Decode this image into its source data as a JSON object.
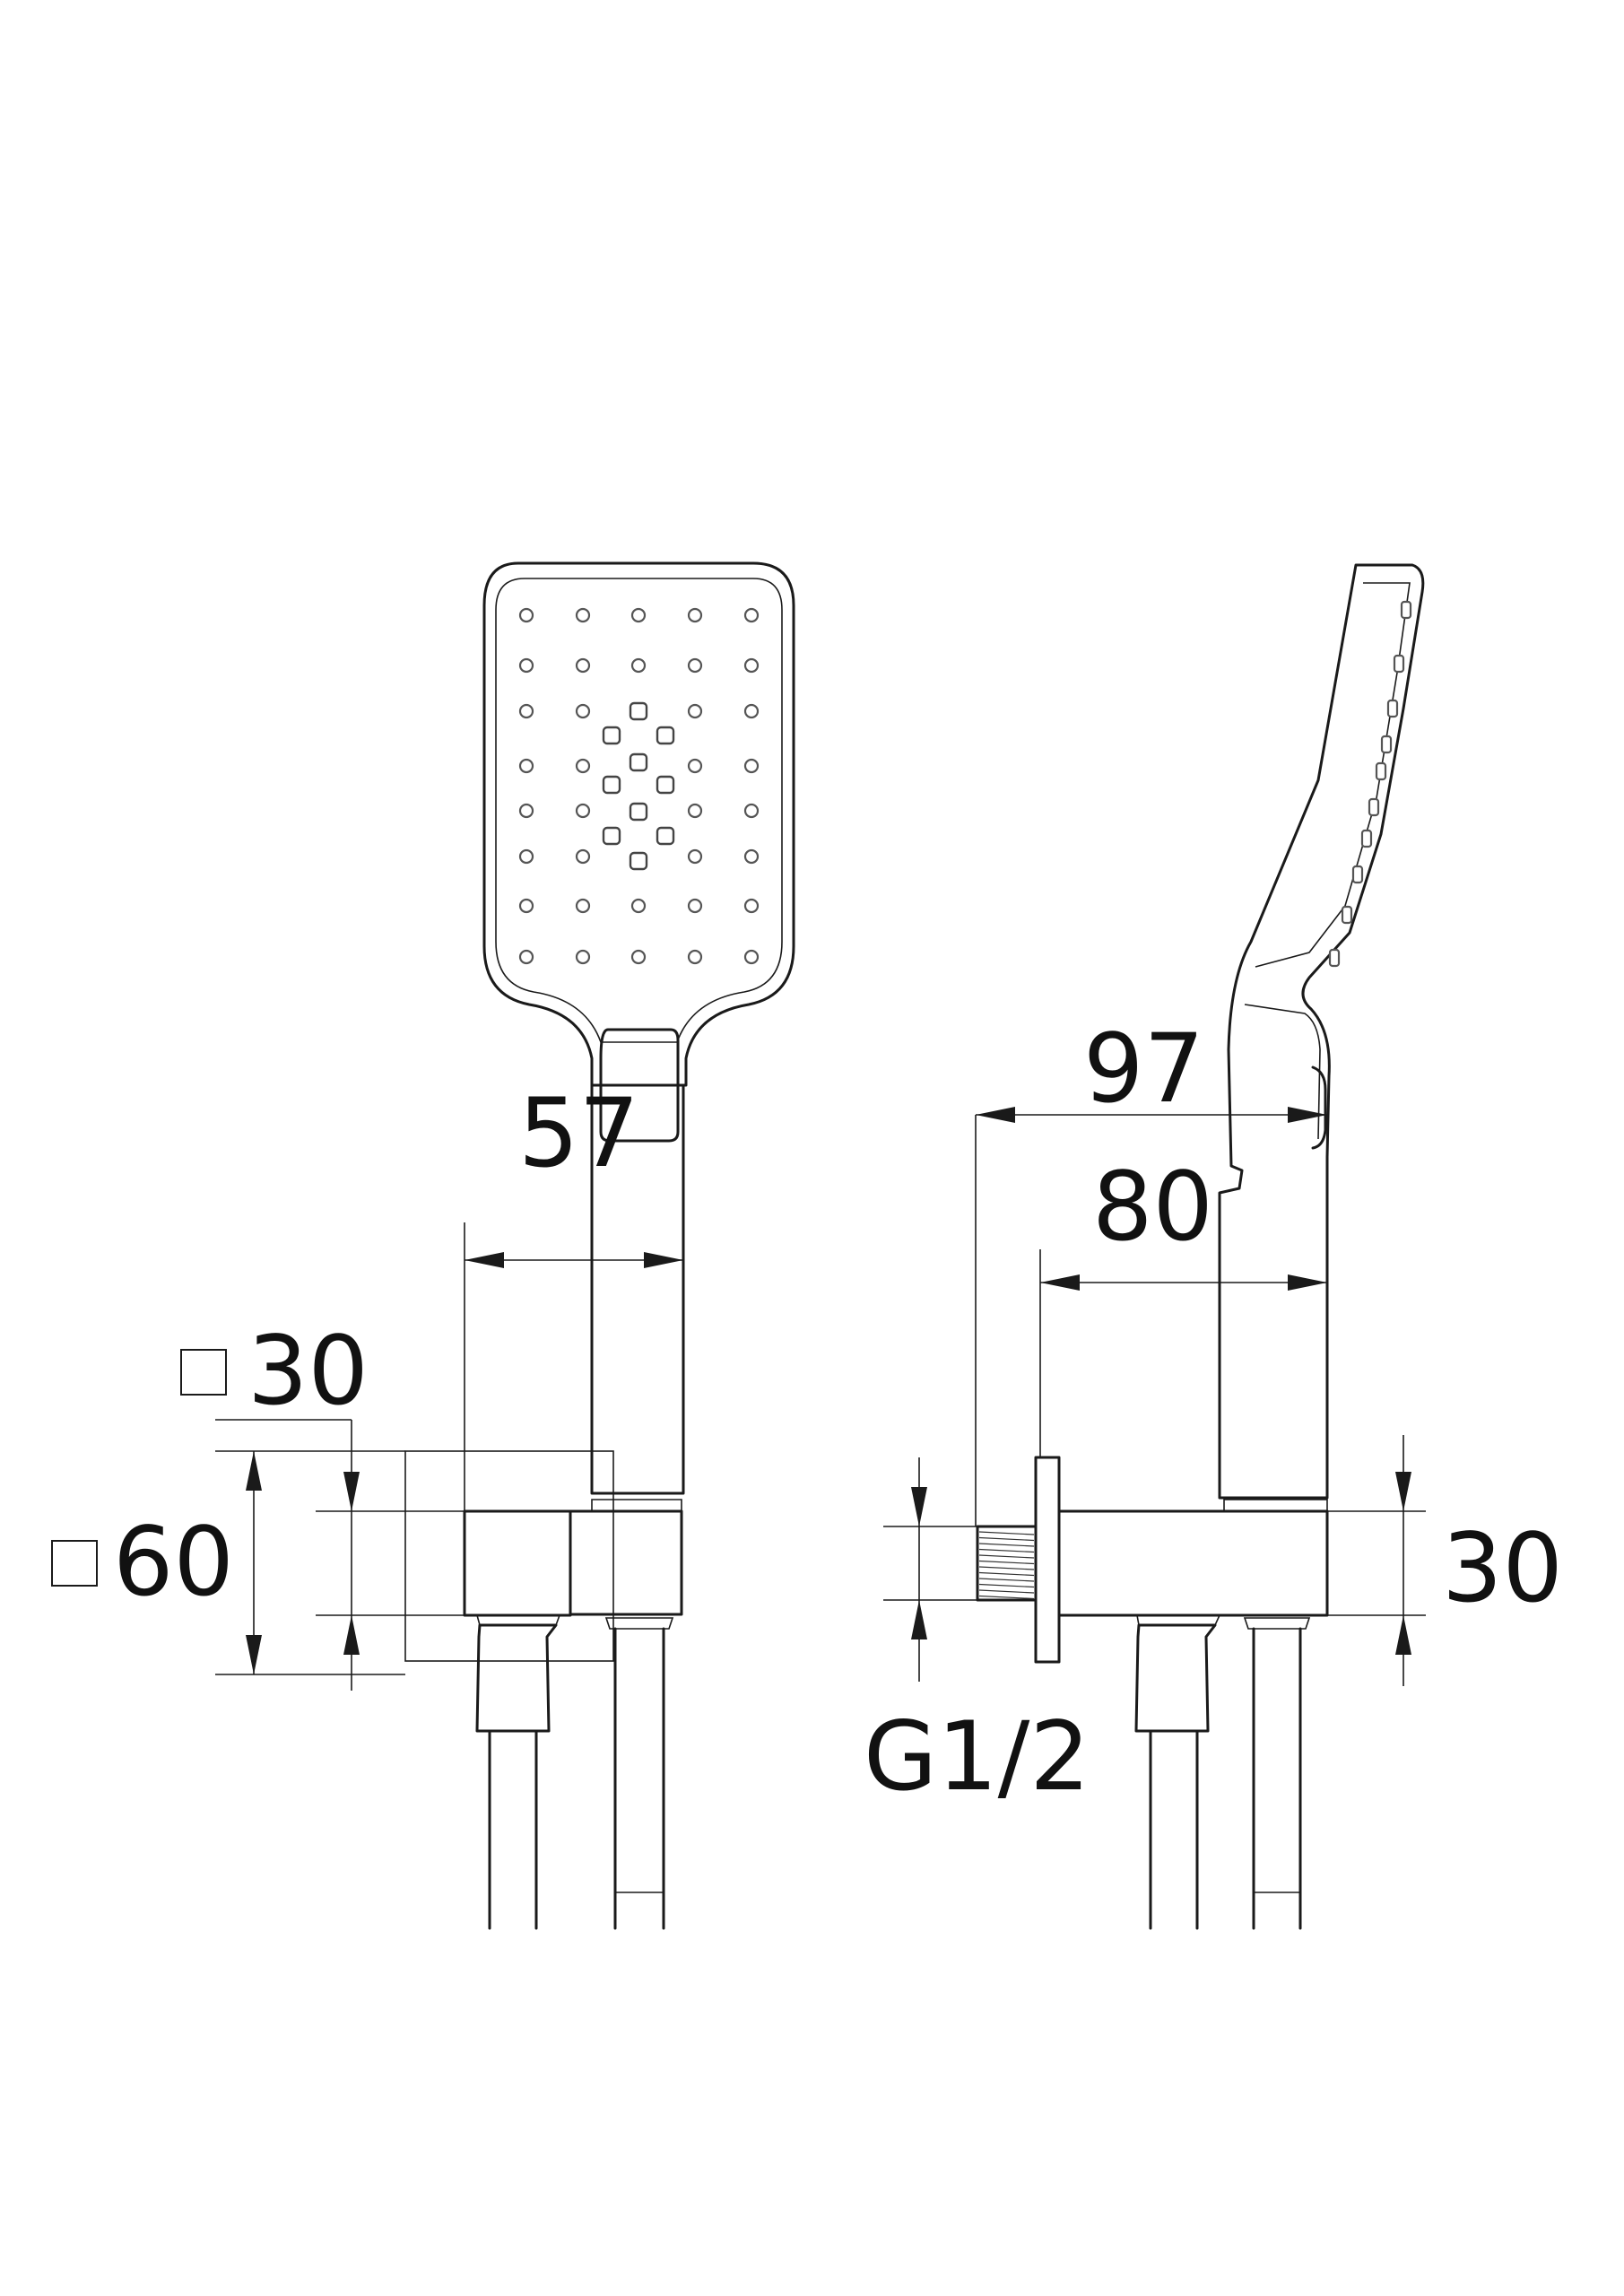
{
  "dimensions": {
    "handle_width": "57",
    "bracket_inner_square": "30",
    "bracket_outer_square": "60",
    "total_depth": "97",
    "holder_depth": "80",
    "bracket_height": "30",
    "thread": "G1/2"
  },
  "symbols": {
    "square_symbol_1": "square-section-icon",
    "square_symbol_2": "square-section-icon"
  }
}
